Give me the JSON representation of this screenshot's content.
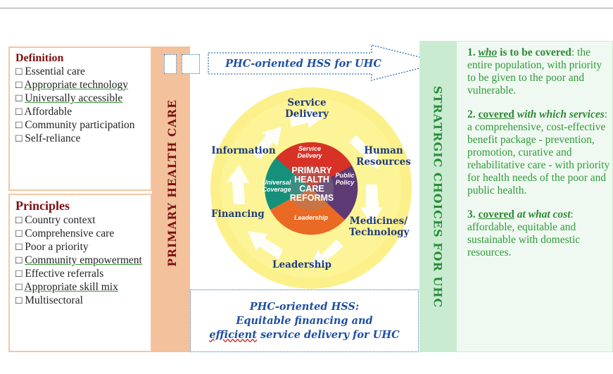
{
  "definition": {
    "title": "Definition",
    "items": [
      {
        "box": "□",
        "text": "Essential care"
      },
      {
        "box": "□",
        "text": "Appropriate technology"
      },
      {
        "box": "□",
        "text": "Universally accessible"
      },
      {
        "box": "□",
        "text": "Affordable"
      },
      {
        "box": "□",
        "text": "Community participation"
      },
      {
        "box": "□",
        "text": "Self-reliance"
      }
    ]
  },
  "principles": {
    "title": "Principles",
    "items": [
      {
        "box": "□",
        "text": "Country context"
      },
      {
        "box": "□",
        "text": "Comprehensive care"
      },
      {
        "box": "□",
        "text": "Poor a priority"
      },
      {
        "box": "□",
        "text": "Community empowerment"
      },
      {
        "box": "□",
        "text": "Effective referrals"
      },
      {
        "box": "□",
        "text": "Appropriate skill mix"
      },
      {
        "box": "□",
        "text": "Multisectoral"
      }
    ]
  },
  "phc_label": "PRIMARY HEALTH CARE",
  "top_arrow": "PHC-oriented HSS for UHC",
  "cycle": {
    "service_delivery": "Service Delivery",
    "human_resources": "Human Resources",
    "medicines": "Medicines/ Technology",
    "leadership": "Leadership",
    "financing": "Financing",
    "information": "Information"
  },
  "puzzle": {
    "service_delivery": "Service Delivery",
    "public_policy": "Public Policy",
    "universal_coverage": "Universal Coverage",
    "leadership": "Leadership",
    "center": "PRIMARY HEALTH CARE REFORMS"
  },
  "bottom": {
    "line1": "PHC-oriented HSS:",
    "line2": "Equitable financing and",
    "line3_word": "efficient",
    "line3_rest": " service delivery for UHC"
  },
  "uhc_label": "STRATRGIC CHOICES FOR UHC",
  "choices": {
    "c1": {
      "num": "1. ",
      "who": "who",
      "rest_bold": " is to be covered",
      "text": ": the entire population, with priority to be given to the poor and vulnerable."
    },
    "c2": {
      "num": "2. ",
      "covered": "covered",
      "with": " with which services",
      "text": ": a comprehensive, cost-effective benefit package - prevention, promotion, curative and rehabilitative care - with priority for health needs of the poor and public health."
    },
    "c3": {
      "num": "3. ",
      "covered": "covered",
      "at": " at what cost",
      "text": ": affordable, equitable and sustainable with domestic resources."
    }
  },
  "colors": {
    "dark_red": "#7a1010",
    "blue": "#1f4fa0",
    "green": "#2e9a3a",
    "orange_band": "#f3c19c",
    "green_band": "#c9ecd1",
    "yellow_ring": "#fbf08a",
    "piece_red": "#d83226",
    "piece_purple": "#5e3a74",
    "piece_orange": "#ea6a23",
    "piece_teal": "#15907b"
  }
}
